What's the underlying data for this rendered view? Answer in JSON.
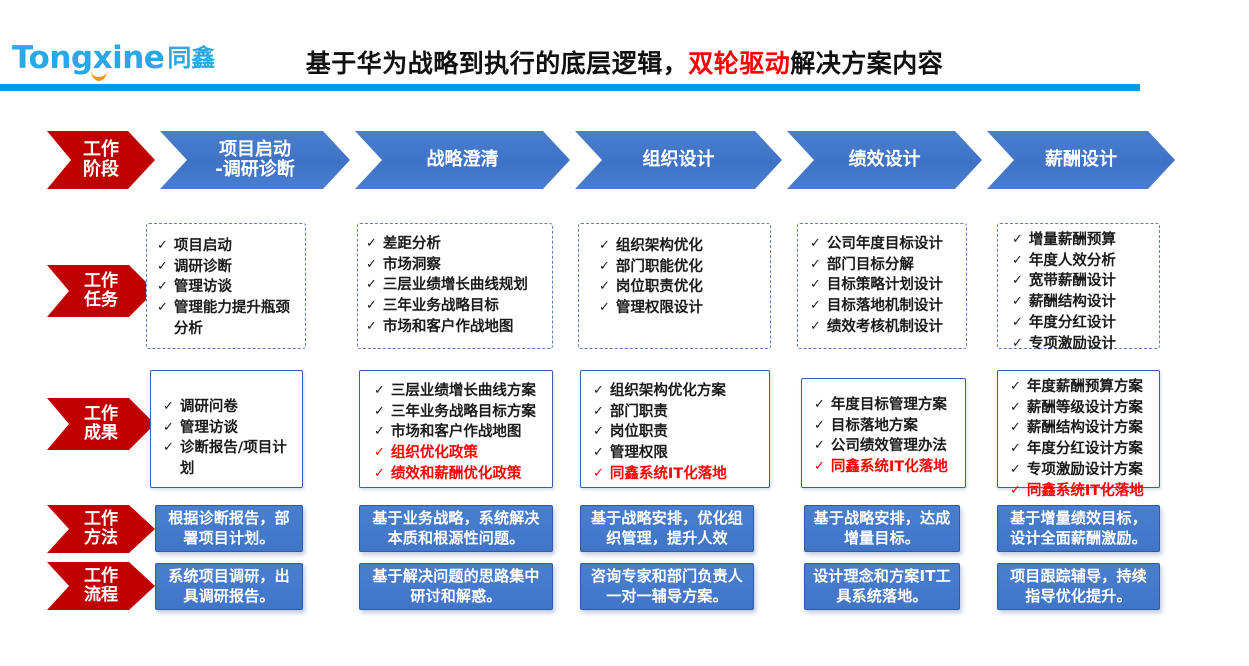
{
  "header": {
    "logo_word": "Tongxine",
    "logo_cn": "同鑫",
    "title_prefix": "基于华为战略到执行的底层逻辑，",
    "title_highlight": "双轮驱动",
    "title_suffix": "解决方案内容",
    "accent_blue": "#0099e4",
    "brand_blue": "#29a8e5",
    "brand_orange": "#f7941e",
    "highlight_red": "#ff0000"
  },
  "row_labels": [
    {
      "name": "stage",
      "label": "工作\n阶段"
    },
    {
      "name": "tasks",
      "label": "工作\n任务"
    },
    {
      "name": "outcomes",
      "label": "工作\n成果"
    },
    {
      "name": "methods",
      "label": "工作\n方法"
    },
    {
      "name": "process",
      "label": "工作\n流程"
    }
  ],
  "stages": [
    {
      "label": "项目启动\n-调研诊断"
    },
    {
      "label": "战略澄清"
    },
    {
      "label": "组织设计"
    },
    {
      "label": "绩效设计"
    },
    {
      "label": "薪酬设计"
    }
  ],
  "tasks": [
    {
      "items": [
        {
          "text": "项目启动",
          "red": false
        },
        {
          "text": "调研诊断",
          "red": false
        },
        {
          "text": "管理访谈",
          "red": false
        },
        {
          "text": "管理能力提升瓶颈分析",
          "red": false
        }
      ]
    },
    {
      "items": [
        {
          "text": "差距分析",
          "red": false
        },
        {
          "text": "市场洞察",
          "red": false
        },
        {
          "text": "三层业绩增长曲线规划",
          "red": false
        },
        {
          "text": "三年业务战略目标",
          "red": false
        },
        {
          "text": "市场和客户作战地图",
          "red": false
        }
      ]
    },
    {
      "items": [
        {
          "text": "组织架构优化",
          "red": false
        },
        {
          "text": "部门职能优化",
          "red": false
        },
        {
          "text": "岗位职责优化",
          "red": false
        },
        {
          "text": "管理权限设计",
          "red": false
        }
      ]
    },
    {
      "items": [
        {
          "text": "公司年度目标设计",
          "red": false
        },
        {
          "text": "部门目标分解",
          "red": false
        },
        {
          "text": "目标策略计划设计",
          "red": false
        },
        {
          "text": "目标落地机制设计",
          "red": false
        },
        {
          "text": "绩效考核机制设计",
          "red": false
        }
      ]
    },
    {
      "items": [
        {
          "text": "增量薪酬预算",
          "red": false
        },
        {
          "text": "年度人效分析",
          "red": false
        },
        {
          "text": "宽带薪酬设计",
          "red": false
        },
        {
          "text": "薪酬结构设计",
          "red": false
        },
        {
          "text": "年度分红设计",
          "red": false
        },
        {
          "text": "专项激励设计",
          "red": false
        }
      ]
    }
  ],
  "outcomes": [
    {
      "items": [
        {
          "text": "调研问卷",
          "red": false
        },
        {
          "text": "管理访谈",
          "red": false
        },
        {
          "text": "诊断报告/项目计划",
          "red": false
        }
      ]
    },
    {
      "items": [
        {
          "text": "三层业绩增长曲线方案",
          "red": false
        },
        {
          "text": "三年业务战略目标方案",
          "red": false
        },
        {
          "text": "市场和客户作战地图",
          "red": false
        },
        {
          "text": "组织优化政策",
          "red": true
        },
        {
          "text": "绩效和薪酬优化政策",
          "red": true
        }
      ]
    },
    {
      "items": [
        {
          "text": "组织架构优化方案",
          "red": false
        },
        {
          "text": "部门职责",
          "red": false
        },
        {
          "text": "岗位职责",
          "red": false
        },
        {
          "text": "管理权限",
          "red": false
        },
        {
          "text": "同鑫系统IT化落地",
          "red": true
        }
      ]
    },
    {
      "items": [
        {
          "text": "年度目标管理方案",
          "red": false
        },
        {
          "text": "目标落地方案",
          "red": false
        },
        {
          "text": "公司绩效管理办法",
          "red": false
        },
        {
          "text": "同鑫系统IT化落地",
          "red": true
        }
      ]
    },
    {
      "items": [
        {
          "text": "年度薪酬预算方案",
          "red": false
        },
        {
          "text": "薪酬等级设计方案",
          "red": false
        },
        {
          "text": "薪酬结构设计方案",
          "red": false
        },
        {
          "text": "年度分红设计方案",
          "red": false
        },
        {
          "text": "专项激励设计方案",
          "red": false
        },
        {
          "text": "同鑫系统IT化落地",
          "red": true
        }
      ]
    }
  ],
  "methods": [
    "根据诊断报告，部署项目计划。",
    "基于业务战略，系统解决本质和根源性问题。",
    "基于战略安排，优化组织管理，提升人效",
    "基于战略安排，达成增量目标。",
    "基于增量绩效目标，设计全面薪酬激励。"
  ],
  "process": [
    "系统项目调研，出具调研报告。",
    "基于解决问题的思路集中研讨和解惑。",
    "咨询专家和部门负责人一对一辅导方案。",
    "设计理念和方案IT工具系统落地。",
    "项目跟踪辅导，持续指导优化提升。"
  ]
}
